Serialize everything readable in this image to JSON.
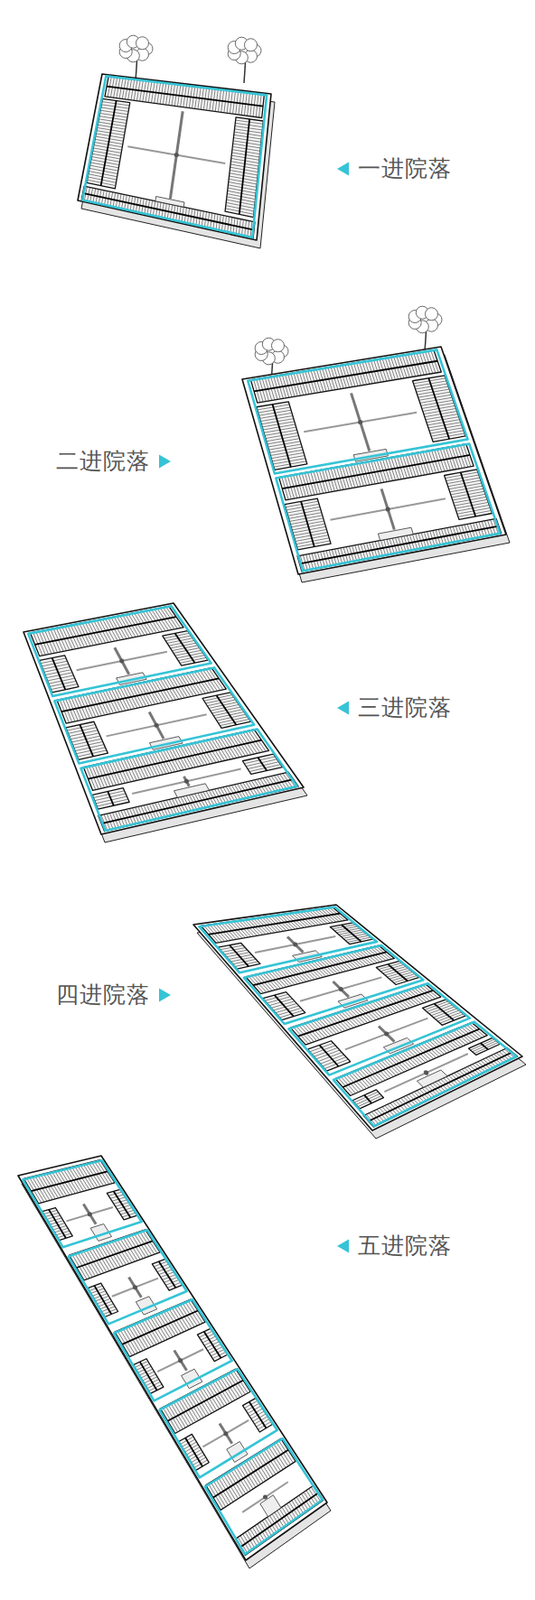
{
  "diagram": {
    "labels": [
      "一进院落",
      "二进院落",
      "三进院落",
      "四进院落",
      "五进院落"
    ]
  }
}
